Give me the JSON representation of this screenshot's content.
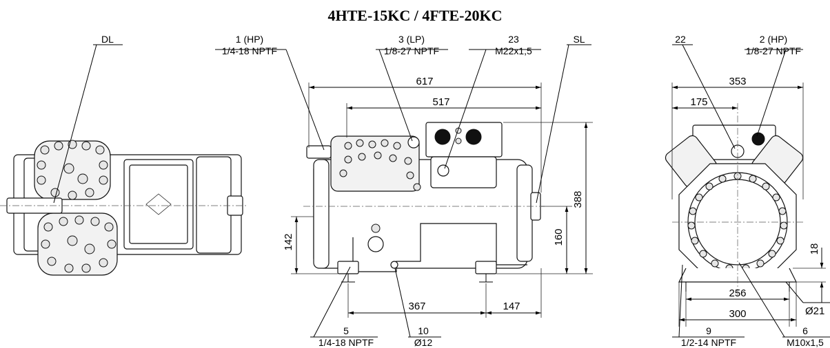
{
  "title": "4HTE-15KC / 4FTE-20KC",
  "views": {
    "top": {
      "callouts": [
        {
          "id": "dl",
          "number": "DL",
          "spec": ""
        }
      ]
    },
    "side": {
      "callouts": [
        {
          "id": "c1",
          "number": "1 (HP)",
          "spec": "1/4-18 NPTF"
        },
        {
          "id": "c3",
          "number": "3 (LP)",
          "spec": "1/8-27 NPTF"
        },
        {
          "id": "c23",
          "number": "23",
          "spec": "M22x1,5"
        },
        {
          "id": "sl",
          "number": "SL",
          "spec": ""
        },
        {
          "id": "c5",
          "number": "5",
          "spec": "1/4-18 NPTF"
        },
        {
          "id": "c10",
          "number": "10",
          "spec": "Ø12"
        }
      ],
      "dimensions": {
        "d617": "617",
        "d517": "517",
        "d388": "388",
        "d160": "160",
        "d142": "142",
        "d367": "367",
        "d147": "147"
      }
    },
    "end": {
      "callouts": [
        {
          "id": "c22",
          "number": "22",
          "spec": ""
        },
        {
          "id": "c2",
          "number": "2 (HP)",
          "spec": "1/8-27 NPTF"
        },
        {
          "id": "c9",
          "number": "9",
          "spec": "1/2-14 NPTF"
        },
        {
          "id": "c6",
          "number": "6",
          "spec": "M10x1,5"
        }
      ],
      "dimensions": {
        "d353": "353",
        "d175": "175",
        "d256": "256",
        "d300": "300",
        "d18": "18",
        "d21": "Ø21"
      }
    }
  }
}
